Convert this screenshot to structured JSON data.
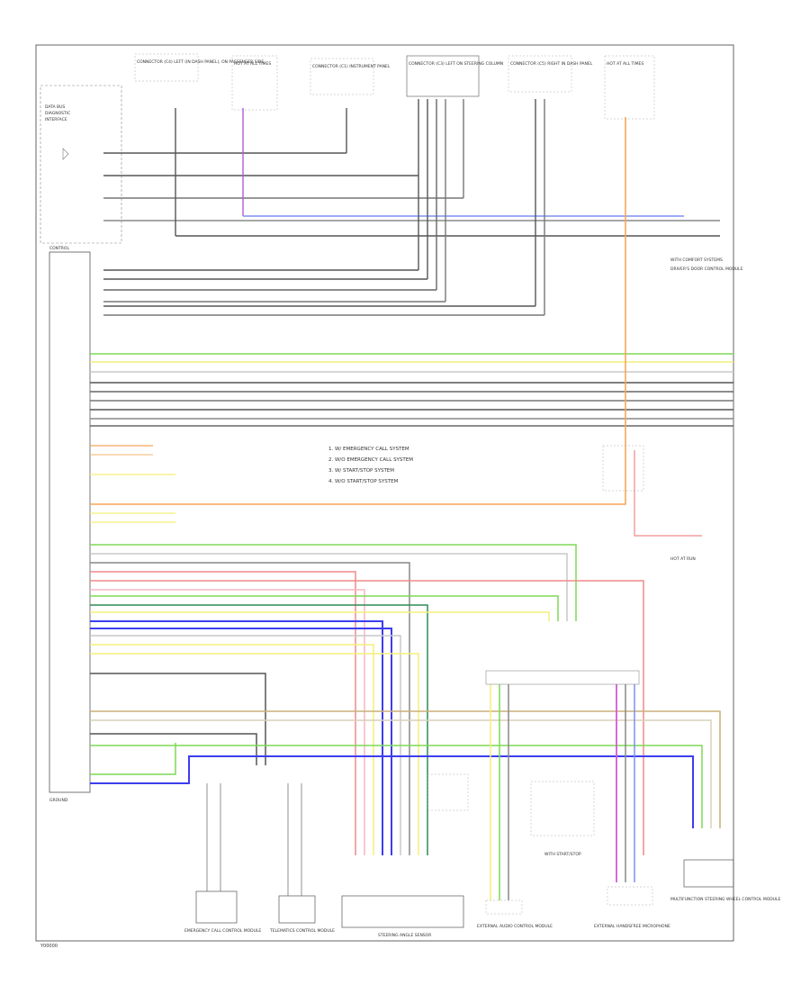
{
  "diagram": {
    "footer_code": "Y00000",
    "wire_colors": {
      "black": "#555555",
      "gray": "#b0b0b0",
      "green": "#7ed957",
      "yellow": "#f3ef7a",
      "orange": "#f6a65a",
      "blue": "#3d3df0",
      "purple": "#b05ad8",
      "pink": "#f08a8a",
      "lightpink": "#f7b7c3",
      "brown": "#c9b07a",
      "violet": "#d45ad8",
      "darkgreen": "#2e8b57"
    },
    "legend": [
      "1. W/ EMERGENCY CALL SYSTEM",
      "2. W/O EMERGENCY CALL SYSTEM",
      "3. W/ START/STOP SYSTEM",
      "4. W/O START/STOP SYSTEM"
    ],
    "components": {
      "top_connector_a": "CONNECTOR (C4) LEFT (IN DASH PANEL), ON PASSENGER SIDE",
      "top_fuse_a": "HOT AT ALL TIMES",
      "top_connector_b": "CONNECTOR (C1) INSTRUMENT PANEL",
      "top_connector_c": "CONNECTOR (C3) LEFT ON STEERING COLUMN",
      "top_connector_d": "CONNECTOR (C5) RIGHT IN DASH PANEL",
      "top_fuse_b": "HOT AT ALL TIMES",
      "left_module": "DATA BUS DIAGNOSTIC INTERFACE",
      "right_note_1": "WITH COMFORT SYSTEMS",
      "right_note_2": "DRIVER'S DOOR CONTROL MODULE",
      "right_note_3": "WITH START/STOP",
      "right_note_4": "HOT AT RUN",
      "bottom_1": "EMERGENCY CALL CONTROL MODULE",
      "bottom_2": "TELEMATICS CONTROL MODULE",
      "bottom_3": "STEERING ANGLE SENSOR",
      "bottom_4": "EXTERNAL AUDIO CONTROL MODULE",
      "bottom_5": "EXTERNAL HANDSFREE MICROPHONE",
      "bottom_6": "MULTIFUNCTION STEERING WHEEL CONTROL MODULE",
      "ground": "GROUND"
    }
  }
}
